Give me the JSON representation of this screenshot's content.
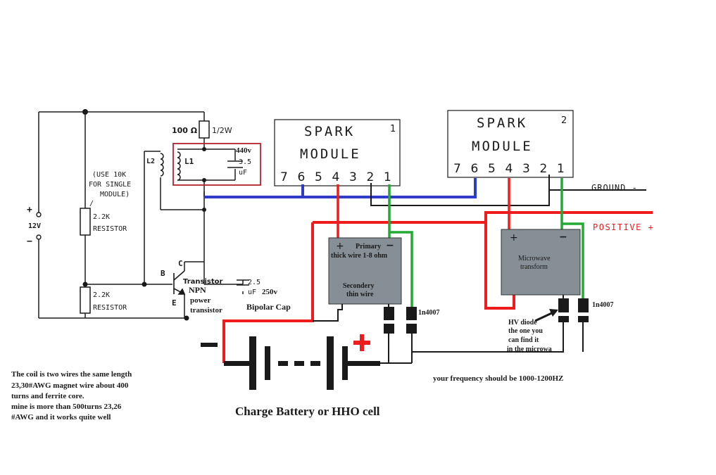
{
  "oscillator": {
    "resistor_100_label": "100 Ω",
    "resistor_100_power": "1/2W",
    "cap_voltage": "440v",
    "cap_value": "3.5",
    "cap_unit": "uF",
    "l1_label": "L1",
    "l2_label": "L2",
    "note_line1": "(USE 10K",
    "note_line2": "FOR SINGLE",
    "note_line3": "MODULE)",
    "note_slash": "/",
    "r_top_value": "2.2K",
    "r_top_word": "RESISTOR",
    "r_bot_value": "2.2K",
    "r_bot_word": "RESISTOR",
    "supply_plus": "+",
    "supply_voltage": "12V",
    "supply_minus": "−",
    "pin_b": "B",
    "pin_c": "C",
    "pin_e": "E",
    "transistor_label": "Transistor",
    "transistor_line1": "NPN",
    "transistor_line2": "power",
    "transistor_line3": "transistor",
    "cap2_value": "2.5",
    "cap2_unit": "uF",
    "cap2_voltage": "250v",
    "cap2_type": "Bipolar Cap"
  },
  "spark_module_1": {
    "line1": "SPARK",
    "line2": "MODULE",
    "number": "1",
    "pins": [
      "7",
      "6",
      "5",
      "4",
      "3",
      "2",
      "1"
    ]
  },
  "spark_module_2": {
    "line1": "SPARK",
    "line2": "MODULE",
    "number": "2",
    "pins": [
      "7",
      "6",
      "5",
      "4",
      "3",
      "2",
      "1"
    ]
  },
  "ground_label": "GROUND  -",
  "positive_label": "POSITIVE  +",
  "transformer_1": {
    "plus": "+",
    "minus": "−",
    "primary_line1": "Primary",
    "primary_line2": "thick wire 1-8 ohm",
    "secondary_line1": "Secondery",
    "secondary_line2": "thin wire"
  },
  "transformer_2": {
    "plus": "+",
    "minus": "−",
    "line1": "Microwave",
    "line2": "transform"
  },
  "diode_1_label": "1n4007",
  "diode_2_label": "1n4007",
  "hv_diode_note": [
    "HV  diode",
    "the one you",
    "can find it",
    "in the microwa"
  ],
  "battery": {
    "minus": "−",
    "plus": "+",
    "label": "Charge Battery or HHO cell"
  },
  "frequency_note": "your frequency should be 1000-1200HZ",
  "coil_note": [
    "The coil is two wires the same length",
    "23,30#AWG magnet wire about 400",
    "turns and ferrite core.",
    "mine is more than 500turns 23,26",
    "#AWG and it works quite well"
  ],
  "colors": {
    "positive_wire": "#ee1c1c",
    "trigger_wire": "#2e3cc8",
    "secondary_wire": "#22aa33",
    "wire": "#1a1a1a",
    "transformer_fill": "#858f95",
    "highlight_box": "#b0242a"
  }
}
